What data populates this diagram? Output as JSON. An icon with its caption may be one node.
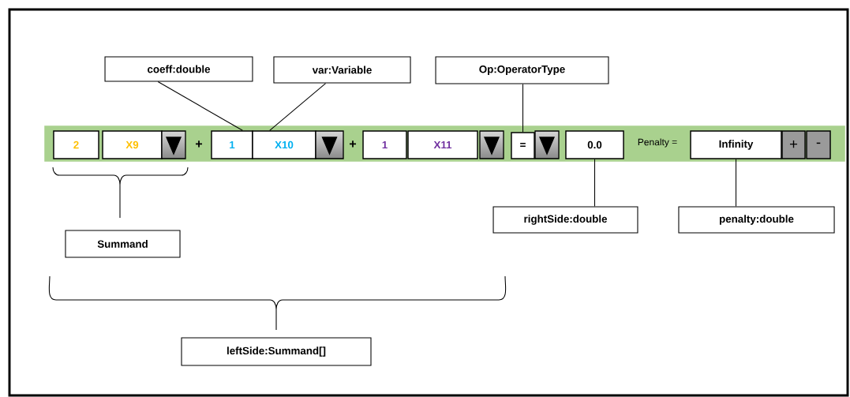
{
  "diagram": {
    "nodes": [
      {
        "text": [
          "coeff:double"
        ]
      },
      {
        "text": [
          "var:Variable"
        ]
      },
      {
        "text": [
          "Op:OperatorType"
        ]
      },
      {
        "text": [],
        "shape": "bar"
      },
      {
        "text": [
          "2"
        ],
        "in": 3
      },
      {
        "text": [
          "X9"
        ],
        "in": 3
      },
      {
        "text": [
          "1"
        ],
        "in": 3
      },
      {
        "text": [
          "X10"
        ],
        "in": 3
      },
      {
        "text": [
          "1"
        ],
        "in": 3
      },
      {
        "text": [
          "X11"
        ],
        "in": 3
      },
      {
        "text": [
          "="
        ],
        "in": 3
      },
      {
        "text": [
          "0.0"
        ],
        "in": 3
      },
      {
        "text": [
          "Infinity"
        ],
        "in": 3
      },
      {
        "text": [
          "+"
        ],
        "in": 3
      },
      {
        "text": [
          "-"
        ],
        "in": 3
      },
      {
        "text": [
          "Summand"
        ]
      },
      {
        "text": [
          "rightSide:double"
        ]
      },
      {
        "text": [
          "penalty:double"
        ]
      },
      {
        "text": [
          "leftSide:Summand[]"
        ]
      }
    ],
    "edges": [
      {
        "from": 0,
        "to": 6,
        "arrow": "none"
      },
      {
        "from": 1,
        "to": 7,
        "arrow": "none"
      },
      {
        "from": 2,
        "to": 10,
        "arrow": "none"
      },
      {
        "from": 16,
        "to": 11,
        "arrow": "none"
      },
      {
        "from": 17,
        "to": 12,
        "arrow": "none"
      }
    ],
    "labels": [
      "+",
      "+",
      "Penalty ="
    ]
  }
}
